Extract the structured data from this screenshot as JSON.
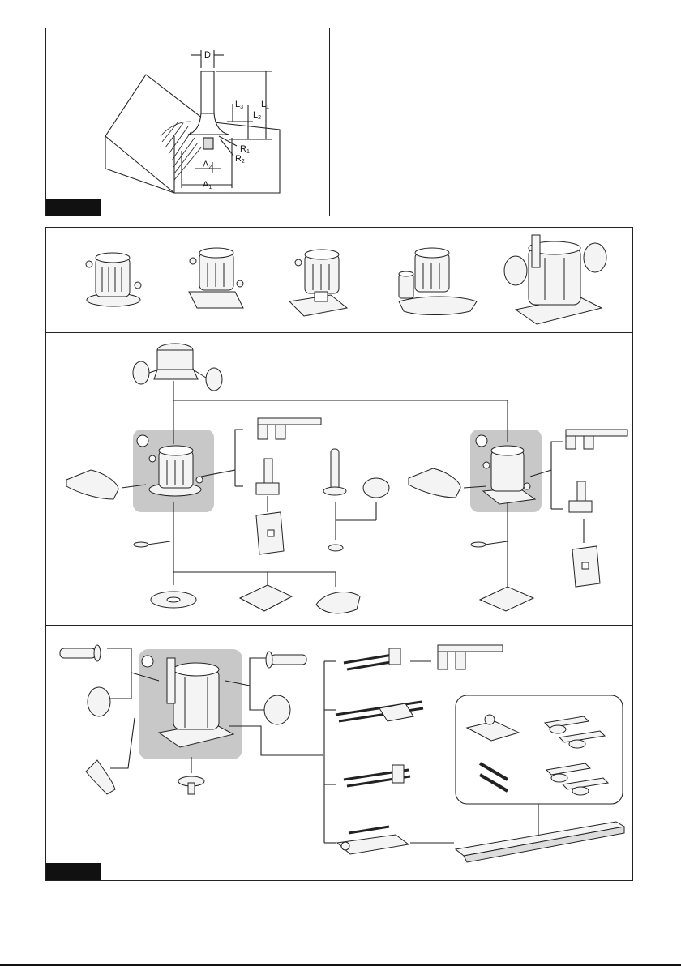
{
  "figure1": {
    "dimension_labels": {
      "D": "D",
      "L1": "L1",
      "L1_main": "L",
      "L1_sub": "1",
      "L2": "L2",
      "L2_main": "L",
      "L2_sub": "2",
      "L3": "L3",
      "L3_main": "L",
      "L3_sub": "3",
      "R1": "R1",
      "R1_main": "R",
      "R1_sub": "1",
      "R2": "R2",
      "R2_main": "R",
      "R2_sub": "2",
      "A1": "A1",
      "A1_main": "A",
      "A1_sub": "1",
      "A2": "A2",
      "A2_main": "A",
      "A2_sub": "2"
    }
  },
  "colors": {
    "line": "#222222",
    "tag": "#111111",
    "module_highlight": "#c8c8c8",
    "part_fill": "#f4f4f4"
  }
}
